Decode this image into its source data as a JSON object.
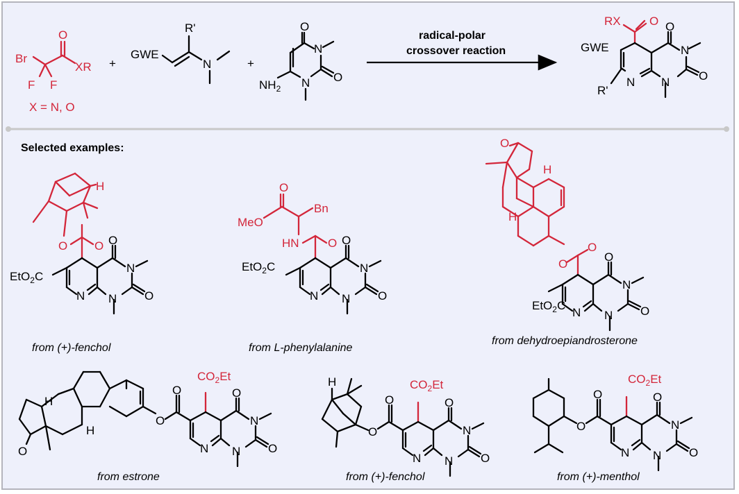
{
  "scheme": {
    "reagent1": {
      "br": "Br",
      "f1": "F",
      "f2": "F",
      "o": "O",
      "xr": "XR",
      "x_note": "X = N, O"
    },
    "plus": "+",
    "reagent2": {
      "gwe": "GWE",
      "rprime": "R'",
      "n": "N"
    },
    "reagent3": {
      "o_top": "O",
      "n_top": "N",
      "o_right": "O",
      "n_bottom": "N",
      "nh2": "NH2"
    },
    "condition_line1": "radical-polar",
    "condition_line2": "crossover reaction",
    "product": {
      "rx": "RX",
      "o_acyl": "O",
      "gwe": "GWE",
      "o_top": "O",
      "n_right": "N",
      "o_right": "O",
      "n_bottom": "N",
      "n_ring": "N",
      "rprime": "R'"
    }
  },
  "section_title": "Selected examples:",
  "atoms": {
    "o": "O",
    "n": "N",
    "h": "H",
    "hn": "HN",
    "bn": "Bn",
    "meo": "MeO",
    "eto2c": "EtO2C",
    "co2et": "CO2Et"
  },
  "examples": [
    {
      "label": "from (+)-fenchol"
    },
    {
      "label": "from L-phenylalanine"
    },
    {
      "label": "from dehydroepiandrosterone"
    },
    {
      "label": "from estrone"
    },
    {
      "label": "from (+)-fenchol"
    },
    {
      "label": "from (+)-menthol"
    }
  ],
  "colors": {
    "highlight": "#d3263a",
    "background": "#eef0fb",
    "border": "#b4b4bc",
    "divider": "#c8c8c8"
  }
}
